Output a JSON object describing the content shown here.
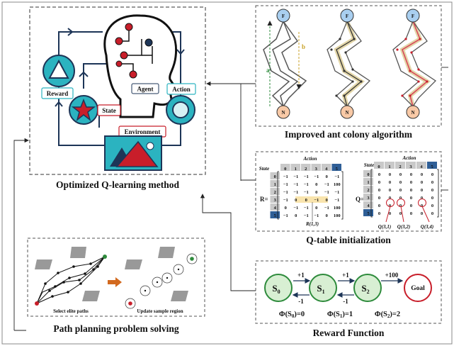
{
  "colors": {
    "teal": "#2bb3c0",
    "teal_light": "#d6f1f4",
    "dark_navy": "#1d3557",
    "red": "#c81e2a",
    "green": "#2e8b3c",
    "peach": "#f8c9a6",
    "light_blue": "#a9cff0",
    "frame": "#555555"
  },
  "qlearning": {
    "title": "Optimized Q-learning method",
    "reward": "Reward",
    "state": "State",
    "agent": "Agent",
    "action": "Action",
    "environment": "Environment"
  },
  "ant": {
    "title": "Improved ant colony algorithm",
    "node_top": "F",
    "node_bottom": "N",
    "label_a": "a",
    "label_b": "b"
  },
  "qtable": {
    "title": "Q-table initialization",
    "r_label": "R=",
    "q_label": "Q=",
    "action": "Action",
    "state": "State",
    "headers": [
      "0",
      "1",
      "2",
      "3",
      "4",
      "5"
    ],
    "rows": [
      "0",
      "1",
      "2",
      "3",
      "4",
      "5"
    ],
    "r_matrix": [
      [
        "−1",
        "−1",
        "−1",
        "−1",
        "0",
        "−1"
      ],
      [
        "−1",
        "−1",
        "−1",
        "0",
        "−1",
        "100"
      ],
      [
        "−1",
        "−1",
        "−1",
        "0",
        "−1",
        "−1"
      ],
      [
        "−1",
        "0",
        "0",
        "−1",
        "0",
        "−1"
      ],
      [
        "0",
        "−1",
        "−1",
        "0",
        "−1",
        "100"
      ],
      [
        "−1",
        "0",
        "−1",
        "−1",
        "0",
        "100"
      ]
    ],
    "q_matrix": [
      [
        "0",
        "0",
        "0",
        "0",
        "0",
        "0"
      ],
      [
        "0",
        "0",
        "0",
        "0",
        "0",
        "0"
      ],
      [
        "0",
        "0",
        "0",
        "0",
        "0",
        "0"
      ],
      [
        "0",
        "0",
        "0",
        "0",
        "0",
        "0"
      ],
      [
        "0",
        "0",
        "0",
        "0",
        "0",
        "0"
      ],
      [
        "0",
        "0",
        "0",
        "0",
        "0",
        "0"
      ]
    ],
    "r_note": "R(1,3)",
    "q_notes": [
      "Q(3,1)",
      "Q(3,2)",
      "Q(3,4)"
    ]
  },
  "path": {
    "title": "Path planning problem solving",
    "left_caption": "Select elite paths",
    "right_caption": "Update sample region"
  },
  "reward": {
    "title": "Reward Function",
    "s0": "S",
    "s0_sub": "0",
    "s1": "S",
    "s1_sub": "1",
    "s2": "S",
    "s2_sub": "2",
    "goal": "Goal",
    "plus1a": "+1",
    "plus1b": "+1",
    "plus100": "+100",
    "minus1a": "-1",
    "minus1b": "-1",
    "phi0": "Φ(S",
    "phi0_sub": "0",
    "phi0_val": ")=0",
    "phi1": "Φ(S",
    "phi1_sub": "1",
    "phi1_val": ")=1",
    "phi2": "Φ(S",
    "phi2_sub": "2",
    "phi2_val": ")=2"
  }
}
